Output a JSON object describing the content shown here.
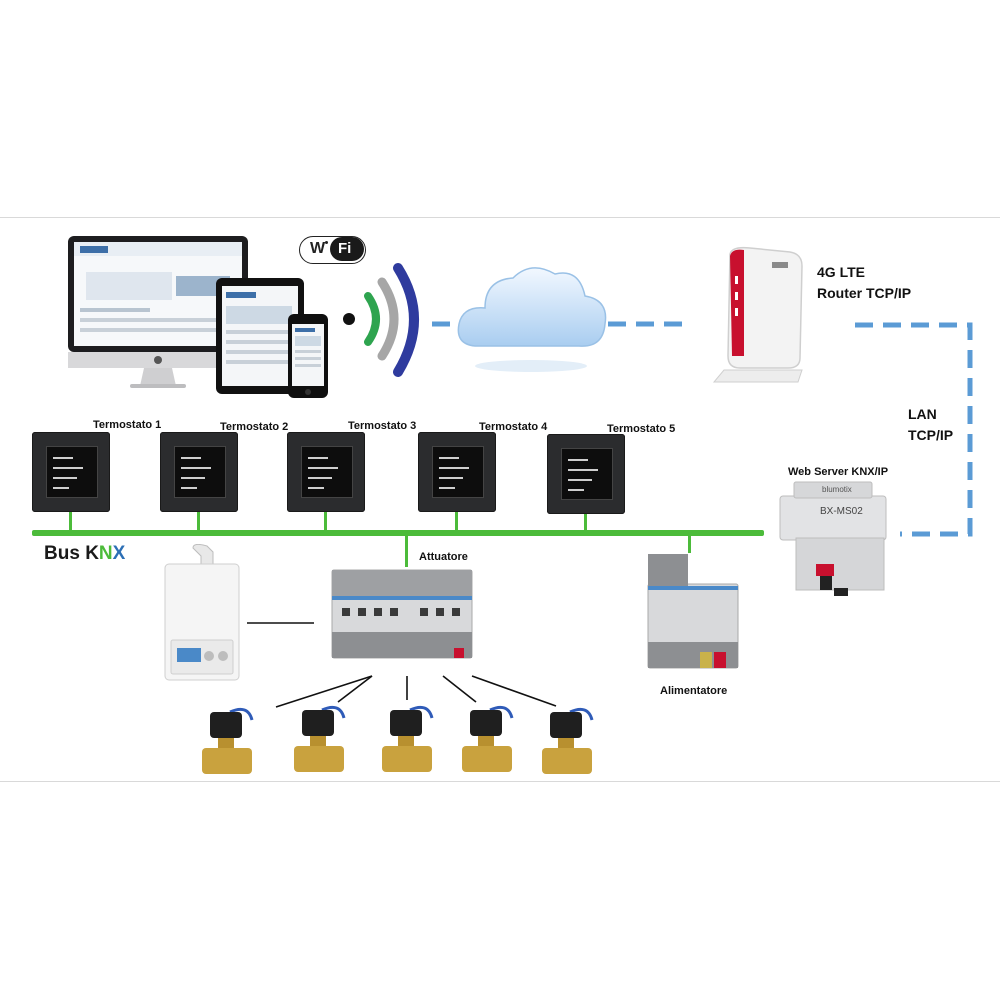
{
  "wifi": {
    "w": "W",
    "fi": "Fi"
  },
  "router": {
    "line1": "4G LTE",
    "line2": "Router TCP/IP"
  },
  "lan": {
    "line1": "LAN",
    "line2": "TCP/IP"
  },
  "webserver": {
    "label": "Web Server KNX/IP",
    "brand": "blumotix",
    "model": "BX-MS02"
  },
  "thermostats": [
    {
      "label": "Termostato 1"
    },
    {
      "label": "Termostato 2"
    },
    {
      "label": "Termostato 3"
    },
    {
      "label": "Termostato 4"
    },
    {
      "label": "Termostato 5"
    }
  ],
  "bus": {
    "prefix": "Bus ",
    "k": "K",
    "n": "N",
    "x": "X"
  },
  "actuator": {
    "label": "Attuatore"
  },
  "power_supply": {
    "label": "Alimentatore"
  },
  "colors": {
    "bus_green": "#4cbb3a",
    "link_blue": "#5b9bd5",
    "router_red": "#c8102e"
  }
}
